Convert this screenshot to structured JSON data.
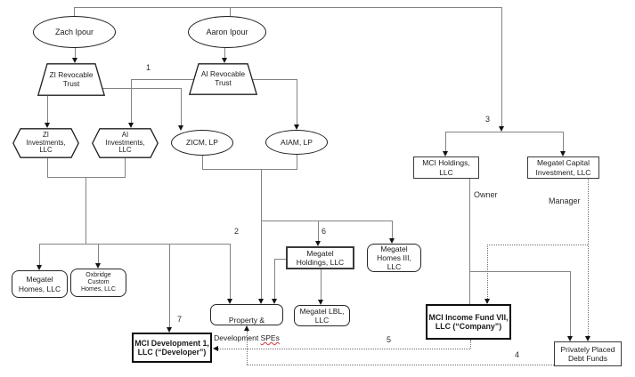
{
  "diagram": {
    "nodes": {
      "zach_ipour": "Zach Ipour",
      "aaron_ipour": "Aaron Ipour",
      "zi_trust": "ZI Revocable\nTrust",
      "ai_trust": "AI Revocable\nTrust",
      "zi_investments": "ZI\nInvestments,\nLLC",
      "ai_investments": "AI\nInvestments,\nLLC",
      "zicm": "ZICM, LP",
      "aiam": "AIAM, LP",
      "mci_holdings": "MCI Holdings,\nLLC",
      "megatel_capital": "Megatel Capital\nInvestment, LLC",
      "megatel_holdings": "Megatel\nHoldings, LLC",
      "megatel_homes_iii": "Megatel\nHomes III,\nLLC",
      "megatel_homes": "Megatel\nHomes, LLC",
      "oxbridge": "Oxbridge\nCustom\nHomes, LLC",
      "spes_line1": "Property &",
      "spes_line2_prefix": "Development ",
      "spes_line2_word": "SPEs",
      "megatel_lbl": "Megatel LBL,\nLLC",
      "mci_income_fund": "MCI Income Fund VII,\nLLC (“Company”)",
      "mci_development": "MCI Development 1,\nLLC (“Developer”)",
      "debt_funds": "Privately Placed\nDebt Funds"
    },
    "edge_labels": {
      "n1": "1",
      "n2": "2",
      "n3": "3",
      "n4": "4",
      "n5": "5",
      "n6": "6",
      "n7": "7",
      "owner": "Owner",
      "manager": "Manager"
    },
    "colors": {
      "line": "#838383",
      "arrow": "#121212",
      "spellcheck_underline": "#d13438"
    }
  }
}
